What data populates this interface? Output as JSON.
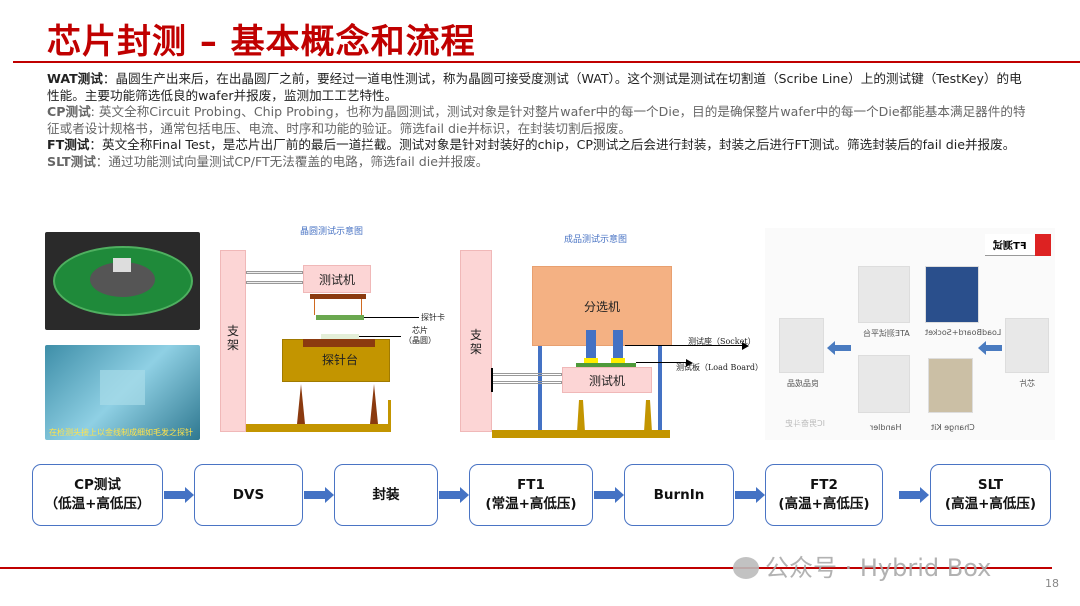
{
  "title": "芯片封测 – 基本概念和流程",
  "sections": [
    {
      "label": "WAT测试",
      "text": "：晶圆生产出来后，在出晶圆厂之前，要经过一道电性测试，称为晶圆可接受度测试（WAT）。这个测试是测试在切割道（Scribe Line）上的测试键（TestKey）的电性能。主要功能筛选低良的wafer并报废，监测加工工艺特性。"
    },
    {
      "label": "CP测试",
      "text": ": 英文全称Circuit Probing、Chip Probing，也称为晶圆测试，测试对象是针对整片wafer中的每一个Die，目的是确保整片wafer中的每一个Die都能基本满足器件的特征或者设计规格书，通常包括电压、电流、时序和功能的验证。筛选fail die并标识，在封装切割后报废。"
    },
    {
      "label": "FT测试",
      "text": "：英文全称Final Test，是芯片出厂前的最后一道拦截。测试对象是针对封装好的chip，CP测试之后会进行封装，封装之后进行FT测试。筛选封装后的fail die并报废。"
    },
    {
      "label": "SLT测试",
      "text": "：通过功能测试向量测试CP/FT无法覆盖的电路，筛选fail die并报废。"
    }
  ],
  "photos": {
    "probe_caption": "在检测头接上以金线制成细如毛发之探针"
  },
  "wafer_diagram": {
    "title": "晶圆测试示意图",
    "stand": "支架",
    "tester": "测试机",
    "probe_card": "探针卡",
    "chip": "芯片",
    "chip_sub": "（晶圆）",
    "prober": "探针台"
  },
  "final_diagram": {
    "title": "成品测试示意图",
    "stand": "支架",
    "handler": "分选机",
    "tester": "测试机",
    "socket": "测试座（Socket）",
    "load_board": "测试板（Load Board）"
  },
  "ft_image": {
    "badge": "FT测试",
    "items": [
      "ATE测试平台",
      "LoadBoard+Socket",
      "良品成品",
      "芯片",
      "Handler",
      "Change Kit"
    ],
    "watermark": "IC男奋斗史"
  },
  "flow": [
    {
      "line1": "CP测试",
      "line2": "（低温+高低压）"
    },
    {
      "line1": "DVS",
      "line2": ""
    },
    {
      "line1": "封装",
      "line2": ""
    },
    {
      "line1": "FT1",
      "line2": "(常温+高低压)"
    },
    {
      "line1": "BurnIn",
      "line2": ""
    },
    {
      "line1": "FT2",
      "line2": "(高温+高低压)"
    },
    {
      "line1": "SLT",
      "line2": "(高温+高低压)"
    }
  ],
  "watermark": "公众号 · Hybrid Box",
  "page_number": "18",
  "colors": {
    "accent": "#c00000",
    "flow_border": "#4a74c4",
    "arrow": "#4472c4"
  }
}
